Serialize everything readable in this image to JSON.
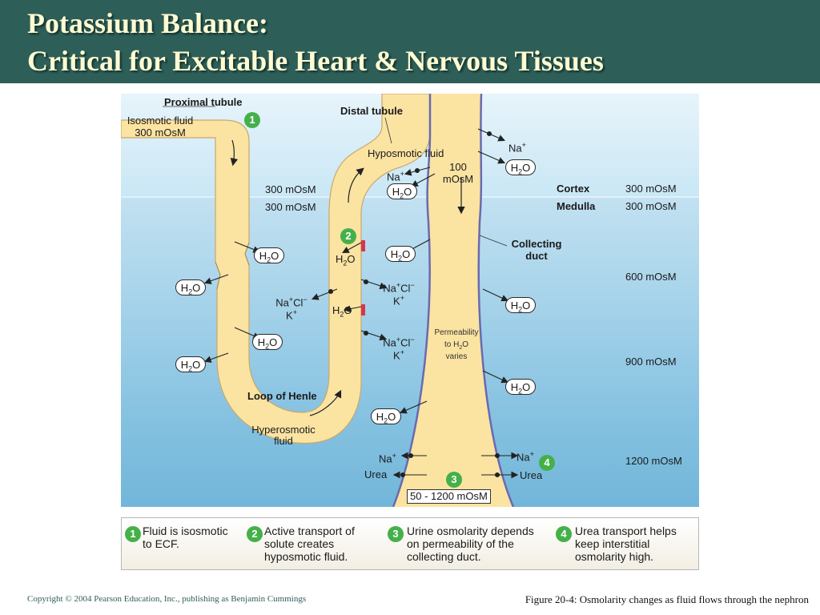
{
  "slide": {
    "title_line1": "Potassium Balance:",
    "title_line2": "Critical for Excitable Heart & Nervous Tissues",
    "copyright": "Copyright © 2004 Pearson Education, Inc., publishing as Benjamin Cummings",
    "caption": "Figure 20-4: Osmolarity changes as fluid flows through the nephron"
  },
  "diagram": {
    "proximal_tubule": "Proximal tubule",
    "isosmotic_fluid": "Isosmotic fluid",
    "isosmotic_value": "300 mOsM",
    "distal_tubule": "Distal tubule",
    "hyposmotic_fluid": "Hyposmotic fluid",
    "hyposmotic_value_1": "100",
    "hyposmotic_value_2": "mOsM",
    "loop_osm_1": "300 mOsM",
    "loop_osm_2": "300 mOsM",
    "cortex": "Cortex",
    "medulla": "Medulla",
    "scale_300a": "300 mOsM",
    "scale_300b": "300 mOsM",
    "scale_600": "600 mOsM",
    "scale_900": "900 mOsM",
    "scale_1200": "1200 mOsM",
    "collecting_duct_1": "Collecting",
    "collecting_duct_2": "duct",
    "loop_of_henle": "Loop of Henle",
    "hyperosmotic_1": "Hyperosmotic",
    "hyperosmotic_2": "fluid",
    "permeability_1": "Permeability",
    "permeability_2": "to H",
    "permeability_2b": "O",
    "permeability_3": "varies",
    "duct_range": "50 - 1200 mOsM",
    "na": "Na",
    "na_sup": "+",
    "h2o_h": "H",
    "h2o_sub": "2",
    "h2o_o": "O",
    "nacl": "Na",
    "cl": "Cl",
    "minus": "−",
    "k": "K",
    "urea": "Urea",
    "step_1": "1",
    "step_2": "2",
    "step_3": "3",
    "step_4": "4"
  },
  "legend": [
    {
      "num": "1",
      "text": "Fluid is isosmotic\nto ECF."
    },
    {
      "num": "2",
      "text": "Active transport of\nsolute creates\nhyposmotic fluid."
    },
    {
      "num": "3",
      "text": "Urine osmolarity depends\non permeability of the\ncollecting duct."
    },
    {
      "num": "4",
      "text": "Urea transport helps\nkeep interstitial\nosmolarity high."
    }
  ],
  "colors": {
    "title_bg": "#2e5e58",
    "title_text": "#fffbd2",
    "tubule_fill": "#fbe3a2",
    "duct_wall": "#6a6ab0",
    "step_green": "#45b04a"
  }
}
